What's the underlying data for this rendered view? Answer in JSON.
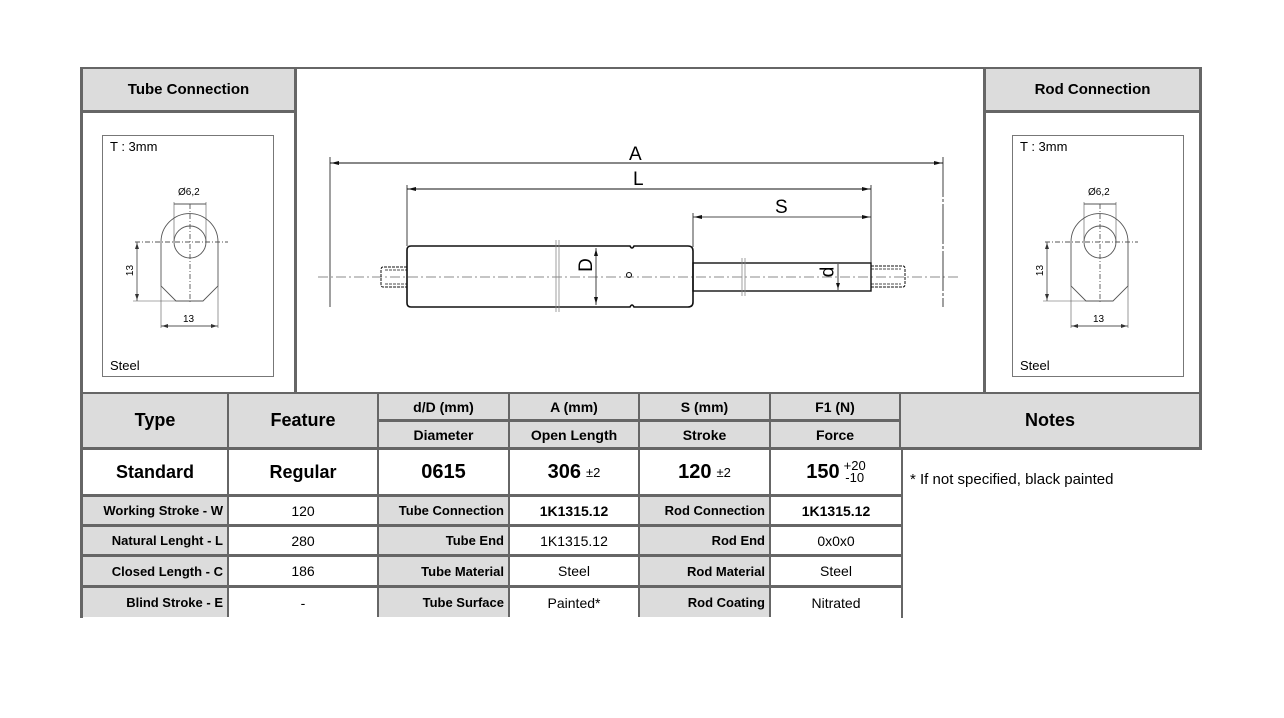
{
  "tube_connection": {
    "title": "Tube Connection",
    "thickness": "T : 3mm",
    "hole_diameter": "Ø6,2",
    "height_dim": "13",
    "width_dim": "13",
    "material": "Steel"
  },
  "rod_connection": {
    "title": "Rod Connection",
    "thickness": "T : 3mm",
    "hole_diameter": "Ø6,2",
    "height_dim": "13",
    "width_dim": "13",
    "material": "Steel"
  },
  "drawing": {
    "labels": {
      "A": "A",
      "L": "L",
      "S": "S",
      "D": "D",
      "d": "d"
    }
  },
  "spec_table": {
    "headers": {
      "type": "Type",
      "feature": "Feature",
      "dD_top": "d/D (mm)",
      "dD_bottom": "Diameter",
      "A_top": "A (mm)",
      "A_bottom": "Open Length",
      "S_top": "S (mm)",
      "S_bottom": "Stroke",
      "F1_top": "F1 (N)",
      "F1_bottom": "Force",
      "notes": "Notes"
    },
    "main_row": {
      "type": "Standard",
      "feature": "Regular",
      "diameter": "0615",
      "open_length": "306",
      "open_length_tol": "±2",
      "stroke": "120",
      "stroke_tol": "±2",
      "force": "150",
      "force_tol_plus": "+20",
      "force_tol_minus": "-10"
    },
    "notes_text": "* If not specified, black painted",
    "details": [
      {
        "label1": "Working Stroke - W",
        "value1": "120",
        "label2": "Tube Connection",
        "value2": "1K1315.12",
        "label3": "Rod Connection",
        "value3": "1K1315.12"
      },
      {
        "label1": "Natural Lenght - L",
        "value1": "280",
        "label2": "Tube End",
        "value2": "1K1315.12",
        "label3": "Rod End",
        "value3": "0x0x0"
      },
      {
        "label1": "Closed Length - C",
        "value1": "186",
        "label2": "Tube Material",
        "value2": "Steel",
        "label3": "Rod Material",
        "value3": "Steel"
      },
      {
        "label1": "Blind Stroke - E",
        "value1": "-",
        "label2": "Tube Surface",
        "value2": "Painted*",
        "label3": "Rod Coating",
        "value3": "Nitrated"
      }
    ]
  }
}
